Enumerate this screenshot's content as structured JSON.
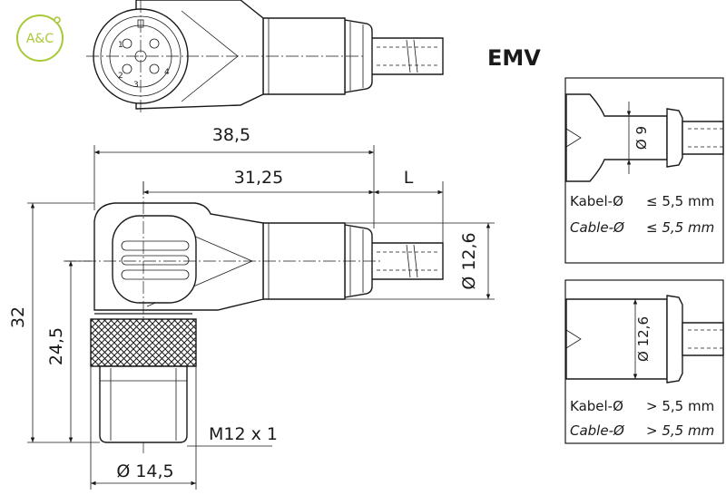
{
  "logo": {
    "text": "A&C",
    "color": "#a8c938"
  },
  "title": "EMV",
  "pin_labels": [
    "1",
    "2",
    "3",
    "4"
  ],
  "dimensions": {
    "overall_length": "38,5",
    "length_to_cable": "31,25",
    "cable_length": "L",
    "height_total": "32",
    "height_to_center": "24,5",
    "body_diameter": "Ø 12,6",
    "thread": "M12 x 1",
    "nut_diameter": "Ø 14,5"
  },
  "variant_small": {
    "diameter": "Ø 9",
    "cable_de_label": "Kabel-Ø",
    "cable_de_value": "≤ 5,5 mm",
    "cable_en_label": "Cable-Ø",
    "cable_en_value": "≤ 5,5 mm"
  },
  "variant_large": {
    "diameter": "Ø 12,6",
    "cable_de_label": "Kabel-Ø",
    "cable_de_value": "> 5,5 mm",
    "cable_en_label": "Cable-Ø",
    "cable_en_value": "> 5,5 mm"
  }
}
